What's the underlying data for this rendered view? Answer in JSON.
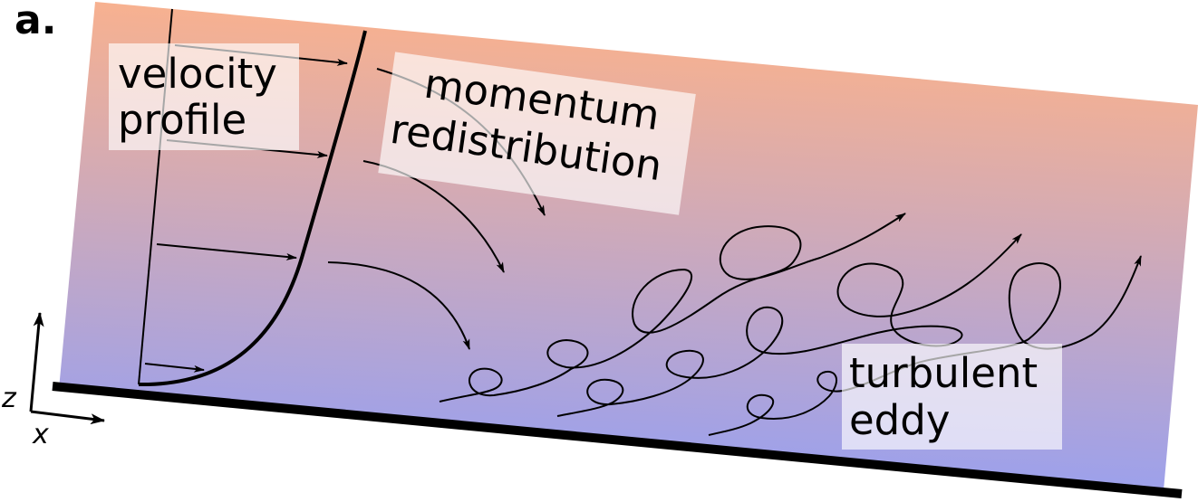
{
  "panel_label": "a.",
  "labels": {
    "velocity_profile": [
      "velocity",
      "profile"
    ],
    "momentum_redistribution": [
      "momentum",
      "redistribution"
    ],
    "turbulent_eddy": [
      "turbulent",
      "eddy"
    ]
  },
  "axes": {
    "vertical": "z",
    "horizontal": "x"
  },
  "colors": {
    "top": "#fdb28a",
    "bottom": "#949ff4",
    "ink": "#000000",
    "label_box": "#ffffff"
  }
}
